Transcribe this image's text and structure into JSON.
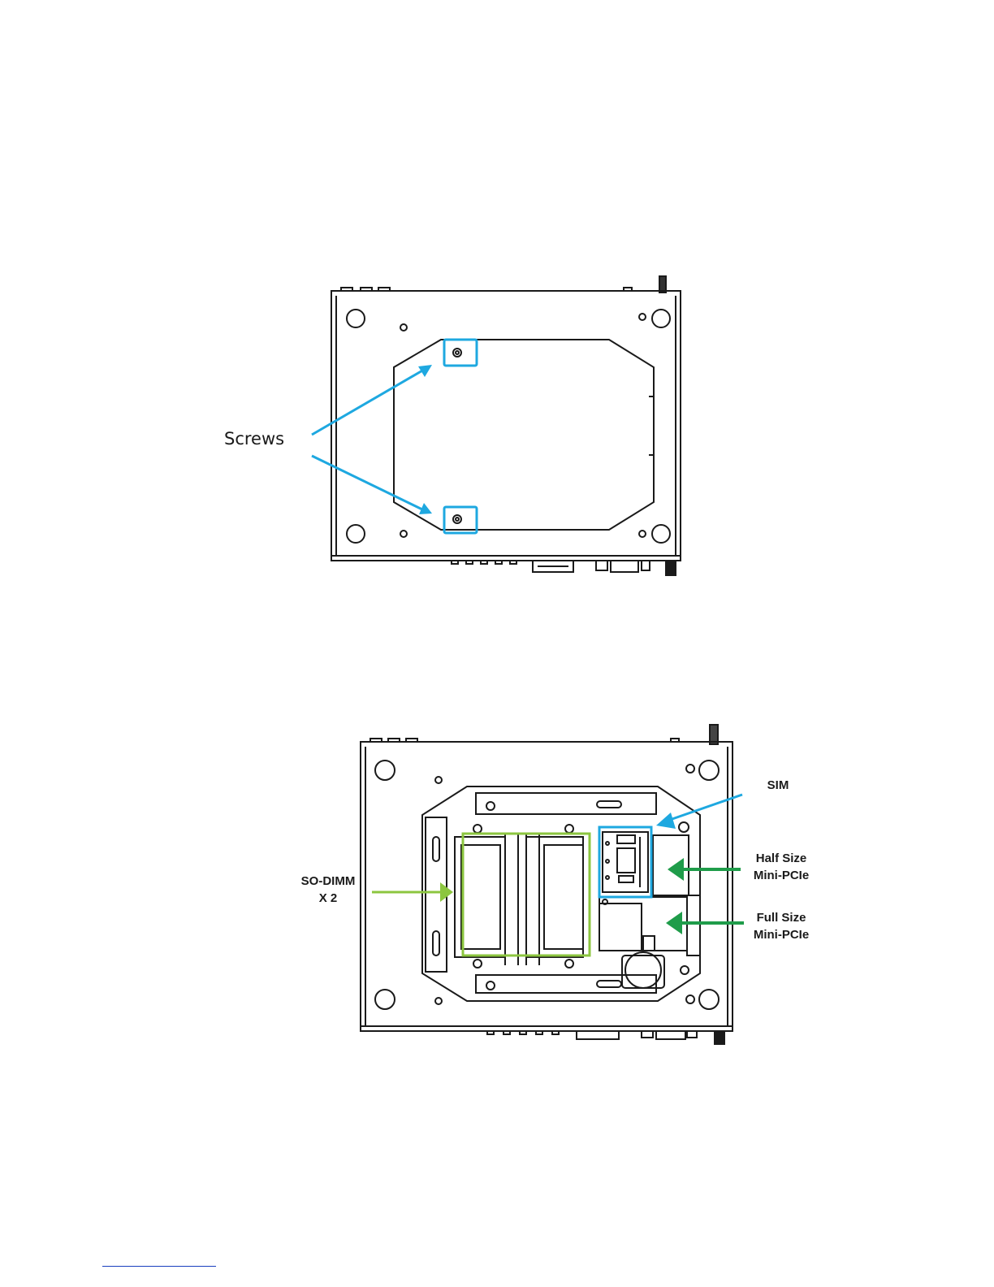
{
  "figure1": {
    "label": "Screws",
    "colors": {
      "outline": "#1a1a1a",
      "callout": "#1ea8e0"
    }
  },
  "figure2": {
    "sim_label": "SIM",
    "half_label_1": "Half Size",
    "half_label_2": "Mini-PCIe",
    "full_label_1": "Full Size",
    "full_label_2": "Mini-PCIe",
    "sodimm_label_1": "SO-DIMM",
    "sodimm_label_2": "X 2",
    "colors": {
      "sim": "#1ea8e0",
      "pcie": "#1f9c4a",
      "sodimm": "#8cc63f"
    }
  }
}
